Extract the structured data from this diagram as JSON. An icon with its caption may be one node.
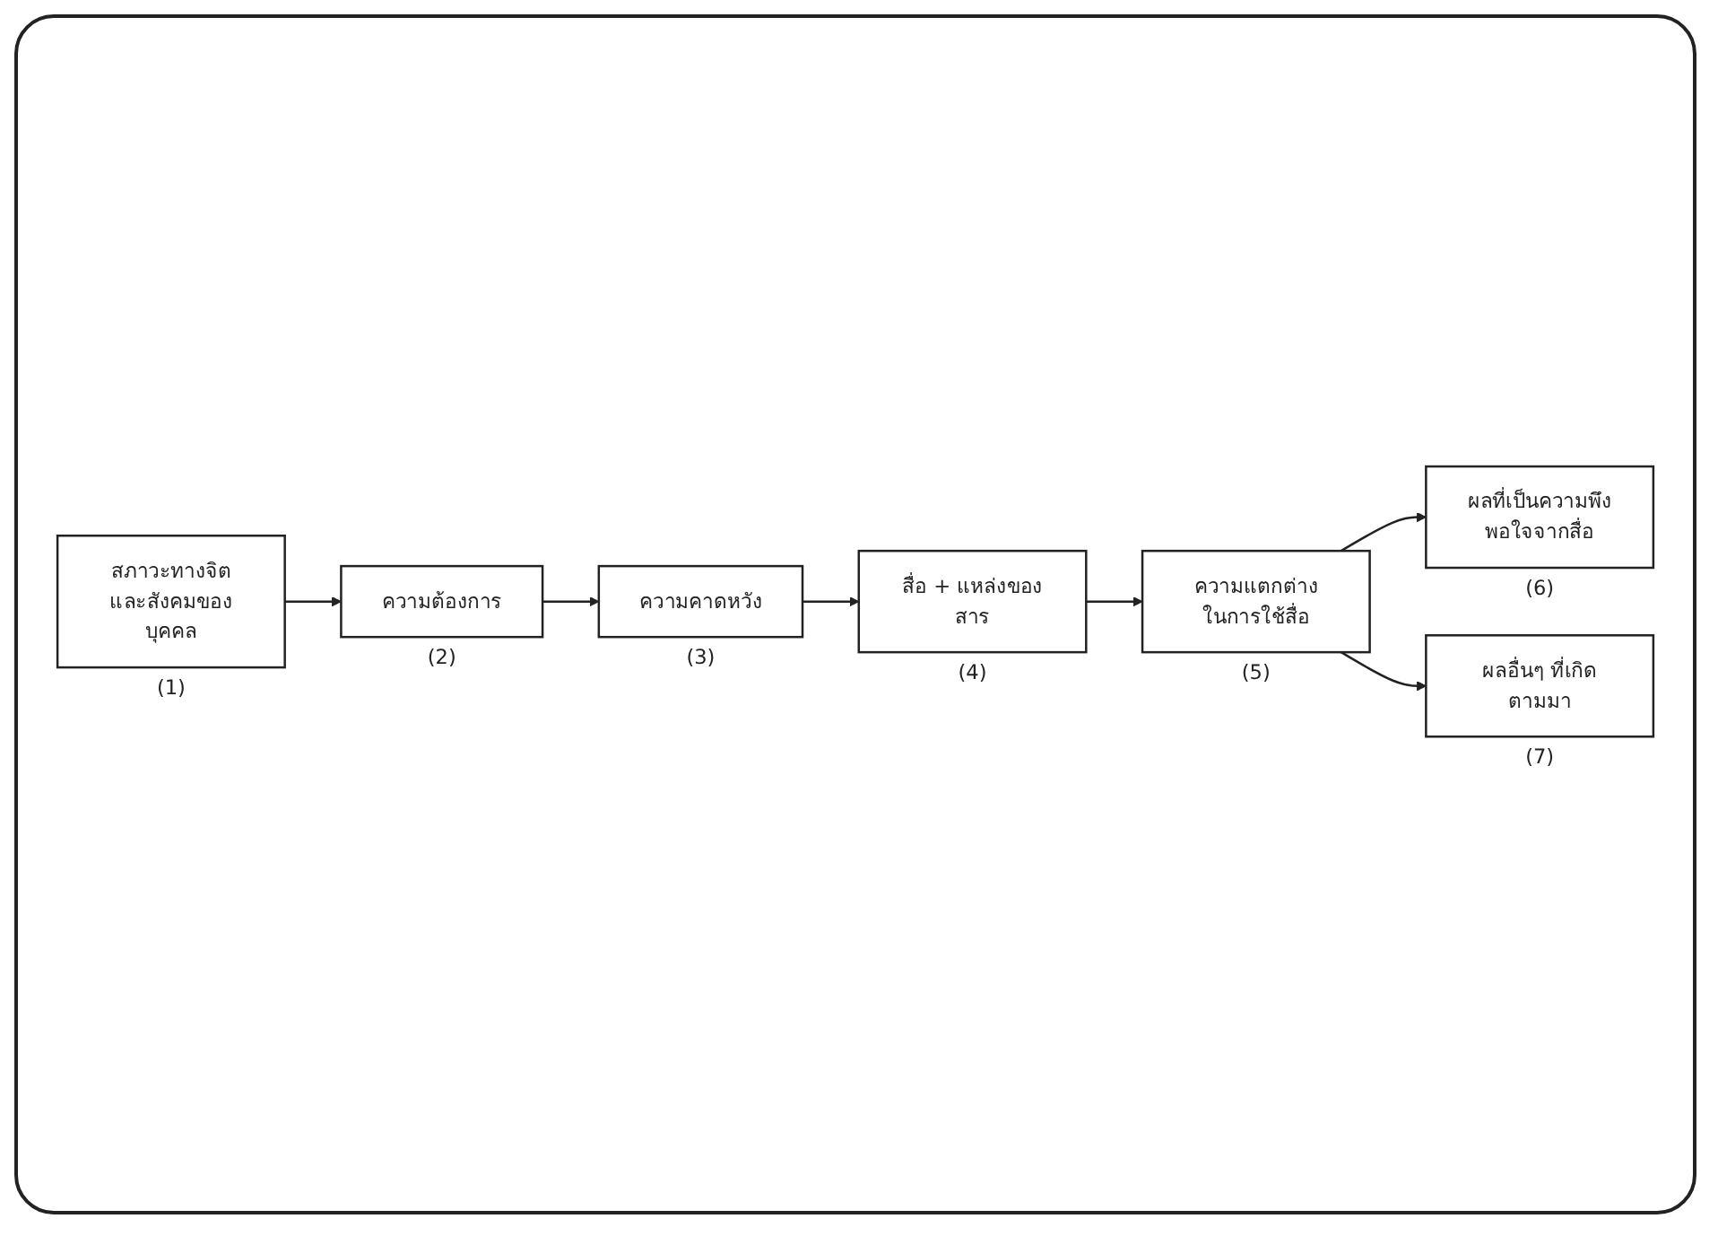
{
  "diagram": {
    "nodes": [
      {
        "text": [
          "สภาวะทางจิตและสังคมของบุคคล"
        ],
        "beside": [
          "(1)"
        ]
      },
      {
        "text": [
          "ความต้องการ"
        ],
        "beside": [
          "(2)"
        ]
      },
      {
        "text": [
          "ความคาดหวัง"
        ],
        "beside": [
          "(3)"
        ]
      },
      {
        "text": [
          "สื่อ + แหล่งของสาร"
        ],
        "beside": [
          "(4)"
        ]
      },
      {
        "text": [
          "ความแตกต่างในการใช้สื่อ"
        ],
        "beside": [
          "(5)"
        ]
      },
      {
        "text": [
          "ผลที่เป็นความพึงพอใจจากสื่อ"
        ],
        "beside": [
          "(6)"
        ]
      },
      {
        "text": [
          "ผลอื่นๆ ที่เกิดตามมา"
        ],
        "beside": [
          "(7)"
        ]
      }
    ],
    "edges": [
      {
        "from": 0,
        "to": 1,
        "arrow": "to"
      },
      {
        "from": 1,
        "to": 2,
        "arrow": "to"
      },
      {
        "from": 2,
        "to": 3,
        "arrow": "to"
      },
      {
        "from": 3,
        "to": 4,
        "arrow": "to"
      },
      {
        "from": 4,
        "to": 5,
        "arrow": "to"
      },
      {
        "from": 4,
        "to": 6,
        "arrow": "to"
      }
    ]
  }
}
